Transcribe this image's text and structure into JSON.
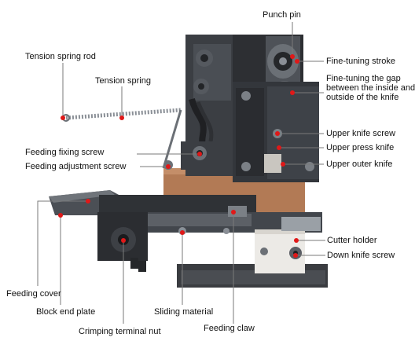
{
  "colors": {
    "leader": "#7a7a7a",
    "marker": "#e01818",
    "machine_dark": "#2d2f33",
    "machine_mid": "#5a5e64",
    "machine_light": "#9aa0a6",
    "copper": "#b27a55",
    "spring": "#8a8f96",
    "white_block": "#eceae6"
  },
  "labels": {
    "punch_pin": "Punch pin",
    "tension_spring_rod": "Tension spring rod",
    "tension_spring": "Tension spring",
    "fine_tuning_stroke": "Fine-tuning stroke",
    "fine_tuning_gap": "Fine-tuning the gap between the inside and outside of the knife",
    "feeding_fixing_screw": "Feeding fixing screw",
    "feeding_adjustment_screw": "Feeding adjustment screw",
    "upper_knife_screw": "Upper knife screw",
    "upper_press_knife": "Upper press knife",
    "upper_outer_knife": "Upper outer knife",
    "cutter_holder": "Cutter holder",
    "down_knife_screw": "Down knife screw",
    "feeding_cover": "Feeding cover",
    "block_end_plate": "Block end plate",
    "sliding_material": "Sliding material",
    "crimping_terminal_nut": "Crimping terminal nut",
    "feeding_claw": "Feeding claw"
  }
}
